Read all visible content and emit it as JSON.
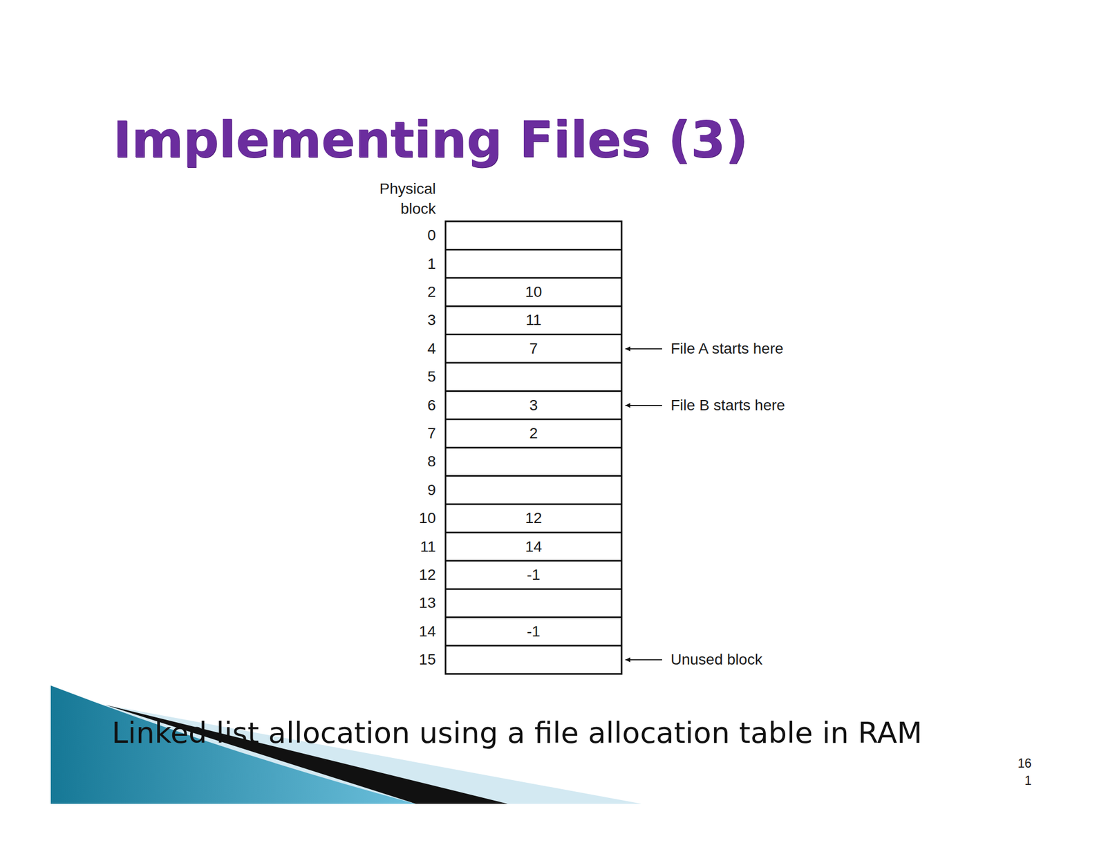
{
  "diagram": {
    "title": "Implementing Files (3)",
    "caption": "Linked list allocation using a file allocation table in RAM",
    "labels": [
      "Physical block",
      "0",
      "1",
      "2",
      "10",
      "3",
      "11",
      "4",
      "7",
      "File A starts here",
      "5",
      "6",
      "3",
      "File B starts here",
      "7",
      "2",
      "8",
      "9",
      "10",
      "12",
      "11",
      "14",
      "12",
      "-1",
      "13",
      "14",
      "-1",
      "15",
      "Unused block",
      "16",
      "1"
    ]
  }
}
